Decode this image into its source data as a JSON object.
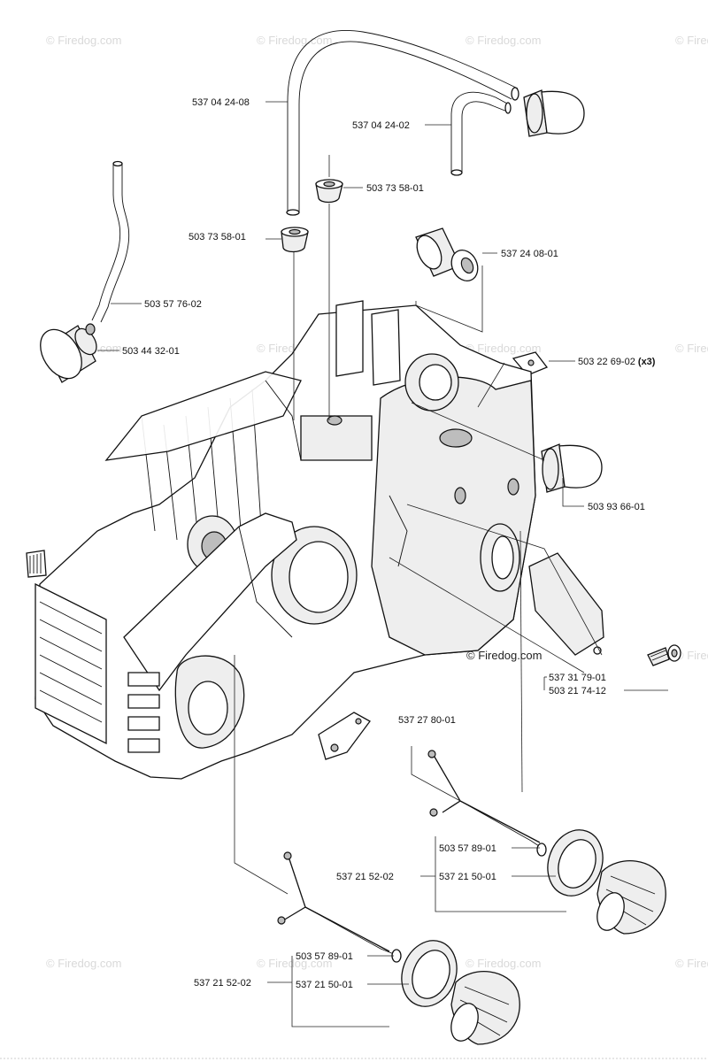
{
  "watermark": {
    "text": "© Firedog.com",
    "main_text": "© Firedog.com"
  },
  "callouts": {
    "fuel_hose_long": "537 04 24-08",
    "fuel_hose_short": "537 04 24-02",
    "grommet_right": "503 73 58-01",
    "grommet_left": "503 73 58-01",
    "valve": "537 24 08-01",
    "oil_hose": "503 57 76-02",
    "filter": "503 44 32-01",
    "clip": "503 22 69-02",
    "clip_qty": "(x3)",
    "primer_bulb": "503 93 66-01",
    "screw_a": "537 31 79-01",
    "screw_b": "503 21 74-12",
    "bracket": "537 27 80-01",
    "cap_assy_upper": "537 21 52-02",
    "cap_assy_lower": "537 21 52-02",
    "cap_cord_upper": "503 57 89-01",
    "cap_cord_lower": "503 57 89-01",
    "cap_upper": "537 21 50-01",
    "cap_lower": "537 21 50-01"
  }
}
